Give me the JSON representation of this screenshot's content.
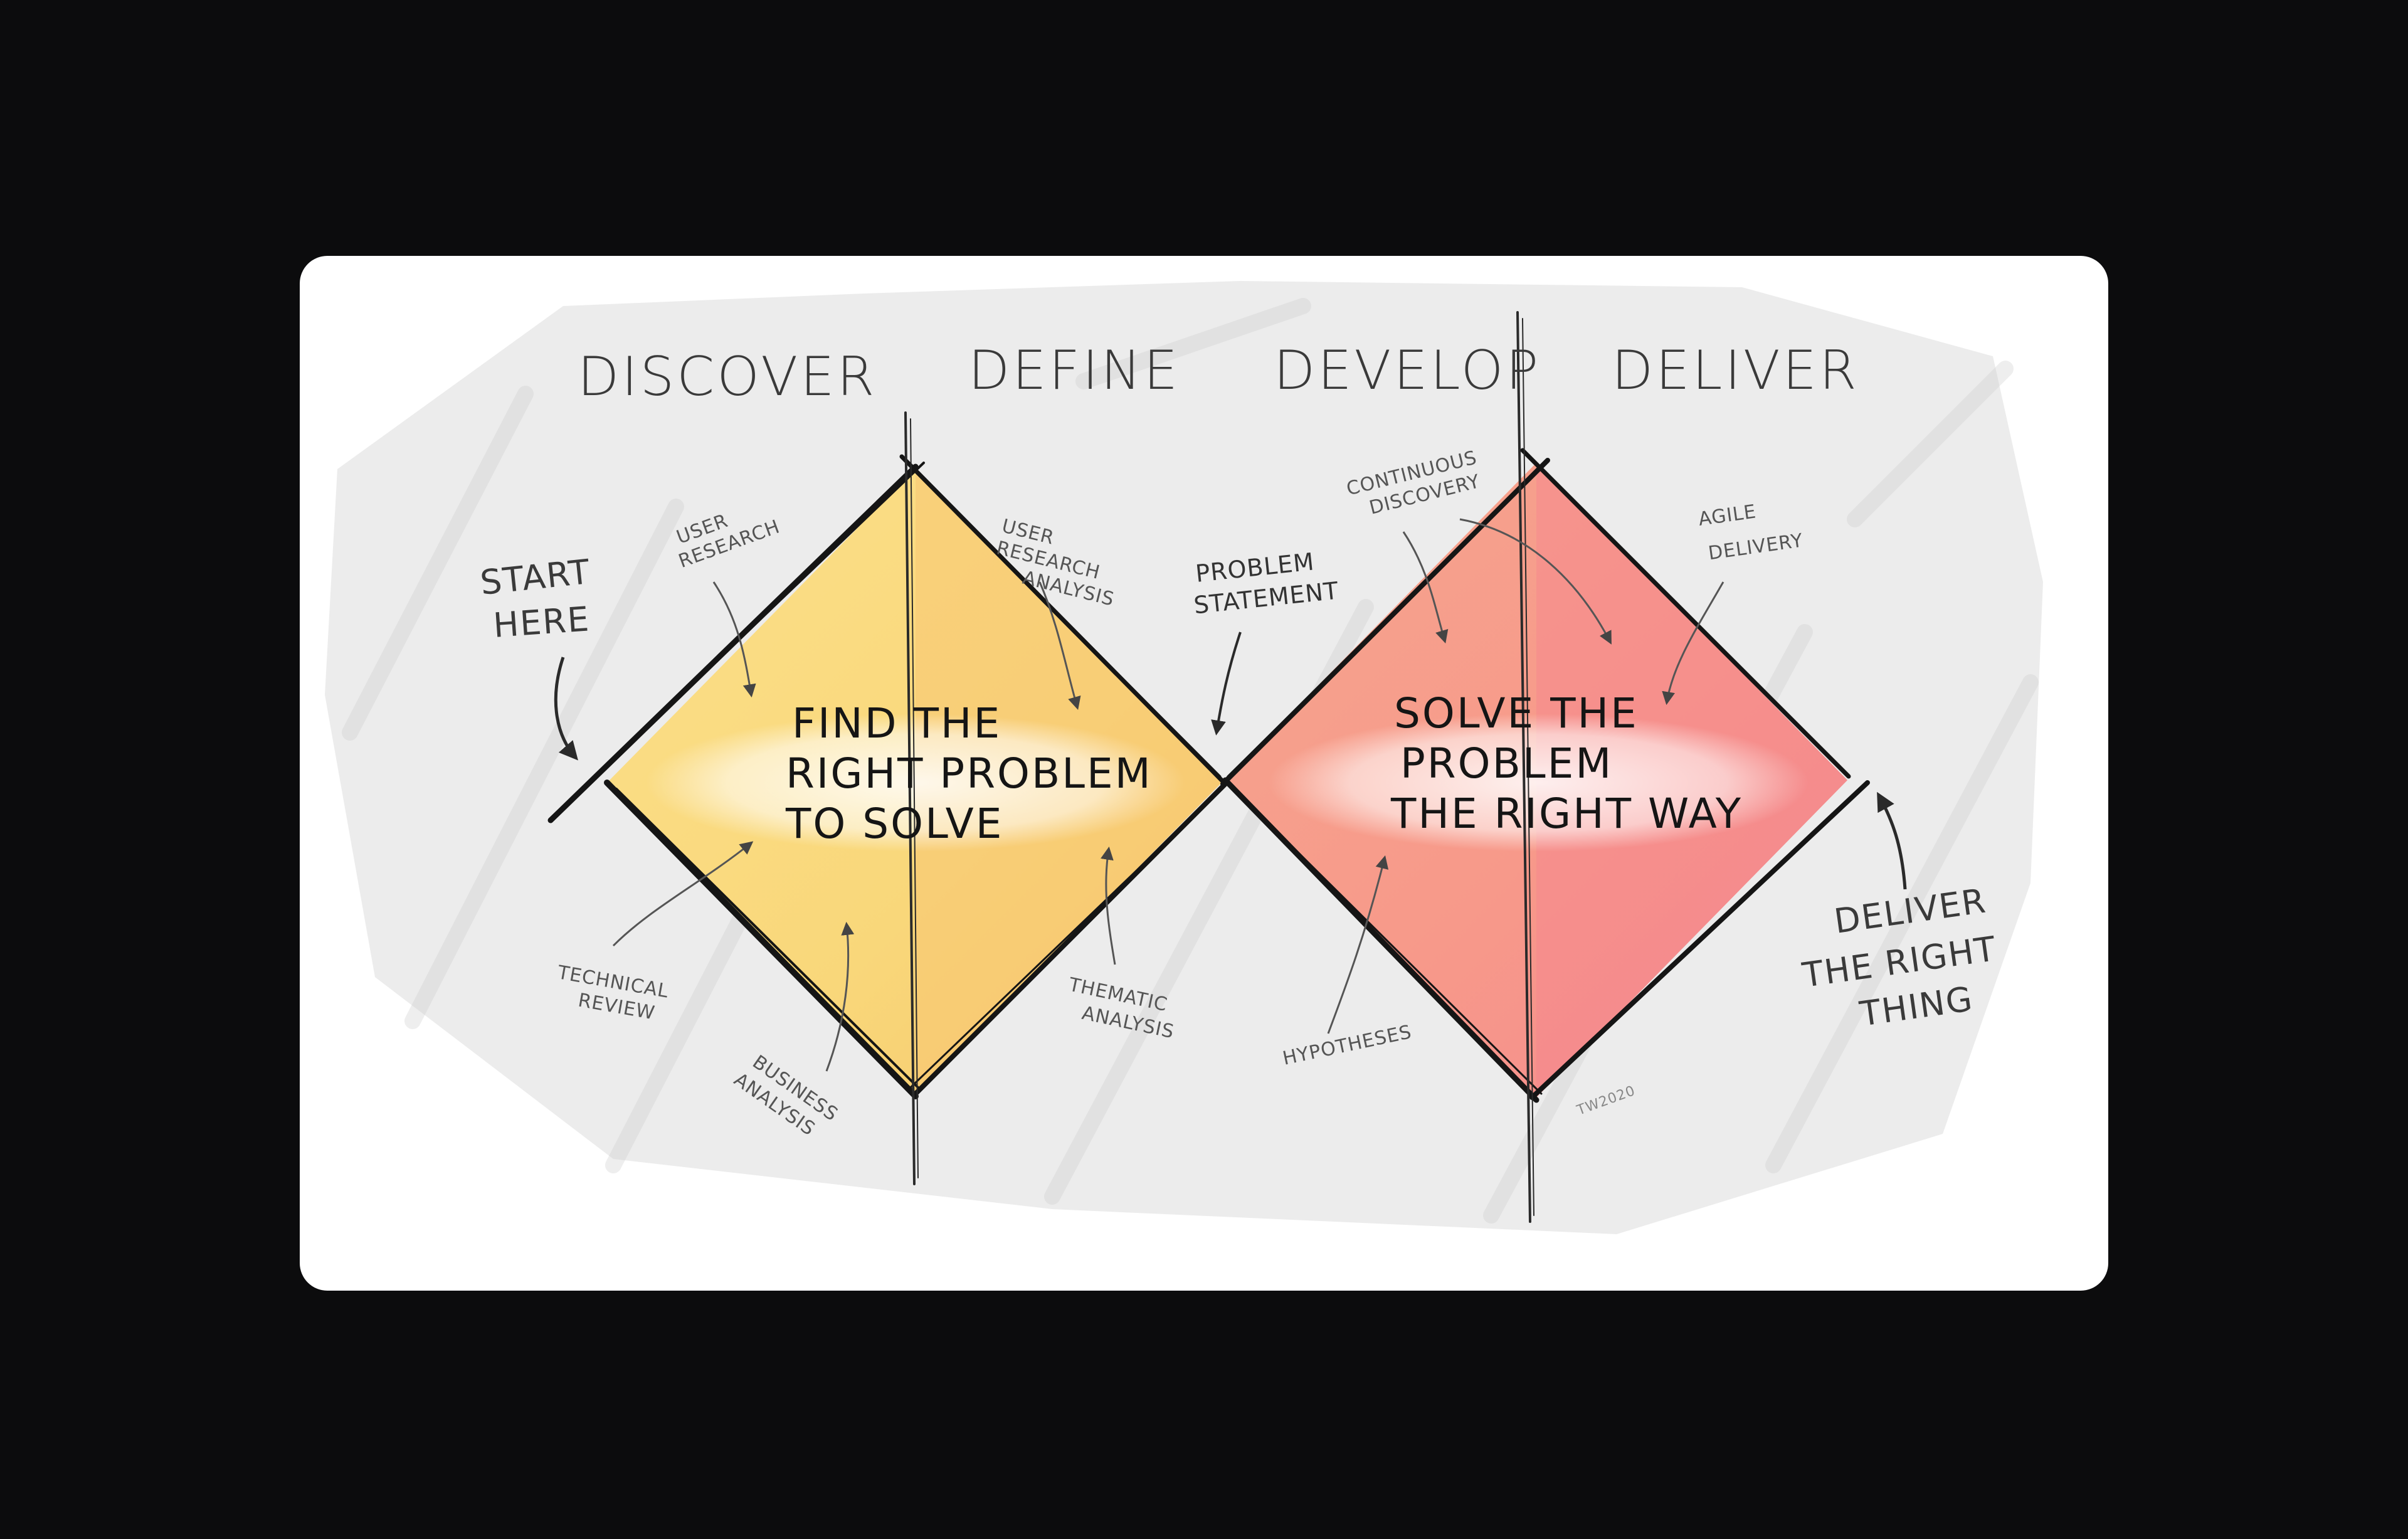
{
  "phases": {
    "discover": "DISCOVER",
    "define": "DEFINE",
    "develop": "DEVELOP",
    "deliver": "DELIVER"
  },
  "diamond_left": {
    "line1": "FIND THE",
    "line2": "RIGHT PROBLEM",
    "line3": "TO SOLVE"
  },
  "diamond_right": {
    "line1": "SOLVE THE",
    "line2": "PROBLEM",
    "line3": "THE RIGHT WAY"
  },
  "annotations": {
    "start_here_1": "START",
    "start_here_2": "HERE",
    "user_research_1": "USER",
    "user_research_2": "RESEARCH",
    "technical_review_1": "TECHNICAL",
    "technical_review_2": "REVIEW",
    "business_analysis_1": "BUSINESS",
    "business_analysis_2": "ANALYSIS",
    "user_research_analysis_1": "USER",
    "user_research_analysis_2": "RESEARCH",
    "user_research_analysis_3": "ANALYSIS",
    "thematic_analysis_1": "THEMATIC",
    "thematic_analysis_2": "ANALYSIS",
    "problem_statement_1": "PROBLEM",
    "problem_statement_2": "STATEMENT",
    "continuous_discovery_1": "CONTINUOUS",
    "continuous_discovery_2": "DISCOVERY",
    "hypotheses": "HYPOTHESES",
    "agile_delivery_1": "AGILE",
    "agile_delivery_2": "DELIVERY",
    "deliver_right_thing_1": "DELIVER",
    "deliver_right_thing_2": "THE RIGHT",
    "deliver_right_thing_3": "THING",
    "signature": "TW2020"
  },
  "colors": {
    "page_background": "#0c0c0d",
    "card_background": "#ffffff",
    "diamond_left_fill": "#f9d77a",
    "diamond_right_fill": "#f79a8c",
    "ink": "#1a1a1a",
    "shading": "#d9d9d9"
  }
}
